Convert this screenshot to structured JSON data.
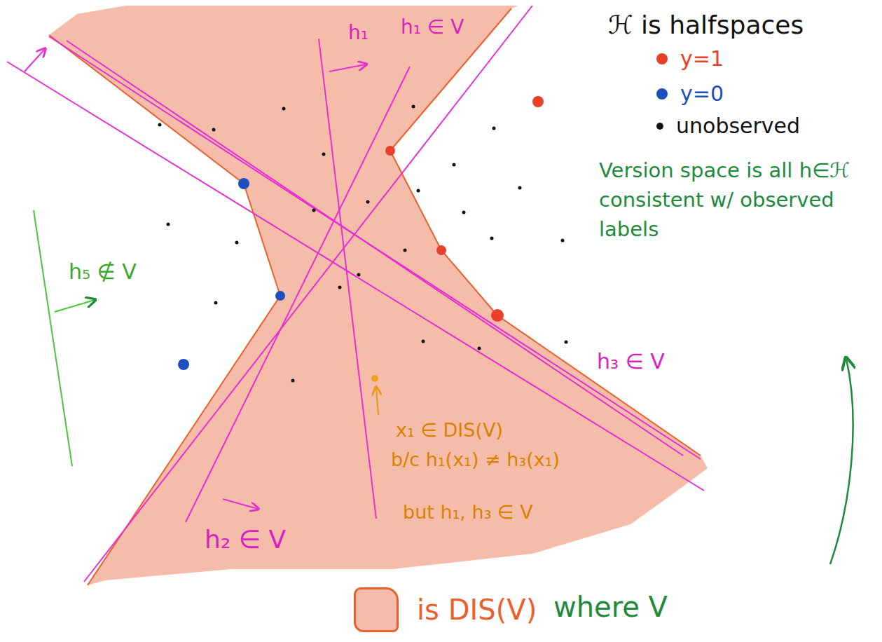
{
  "diagram": {
    "labels": [
      "ℋ is halfspaces",
      "Version space is all h∈ℋ consistent w/ observed labels",
      "h₁",
      "h₁ ∈ V",
      "h₅ ∉ V",
      "h₃ ∈ V",
      "h₂ ∈ V",
      "x₁ ∈ DIS(V)",
      "b/c h₁(x₁) ≠ h₃(x₁)",
      "but h₁, h₃ ∈ V",
      "where V"
    ],
    "legend": [
      {
        "text": "y=1",
        "color": "#e8402a"
      },
      {
        "text": "y=0",
        "color": "#1f4fbf"
      },
      {
        "text": "unobserved",
        "color": "#111111"
      },
      {
        "text": "is DIS(V)",
        "color": "#f6bcaa"
      }
    ]
  }
}
